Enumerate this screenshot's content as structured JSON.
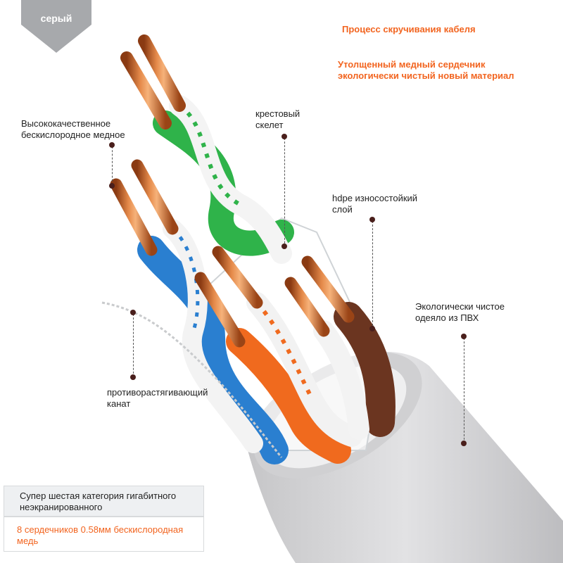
{
  "tag": {
    "label": "серый",
    "color": "#a7a9ac"
  },
  "callouts": {
    "twist_process": "Процесс скручивания кабеля",
    "thick_core": "Утолщенный медный сердечник экологически чистый новый материал",
    "copper_quality": "Высококачественное бескислородное медное",
    "cross_skeleton": "крестовый скелет",
    "hdpe_layer": "hdpe износостойкий слой",
    "pvc_jacket": "Экологически чистое одеяло из ПВХ",
    "pull_rope": "противорастягивающий канат"
  },
  "bottom": {
    "category": "Супер шестая категория гигабитного неэкранированного",
    "cores": "8 сердечников 0.58мм бескислородная медь"
  },
  "colors": {
    "accent_orange": "#f2641f",
    "jacket_gray": "#d3d3d5",
    "copper": "#c9622b",
    "pair_green": "#2fb34a",
    "pair_blue": "#2a7fd0",
    "pair_orange": "#f06a1e",
    "pair_brown": "#6b3520",
    "dot": "#4a1f1c"
  }
}
